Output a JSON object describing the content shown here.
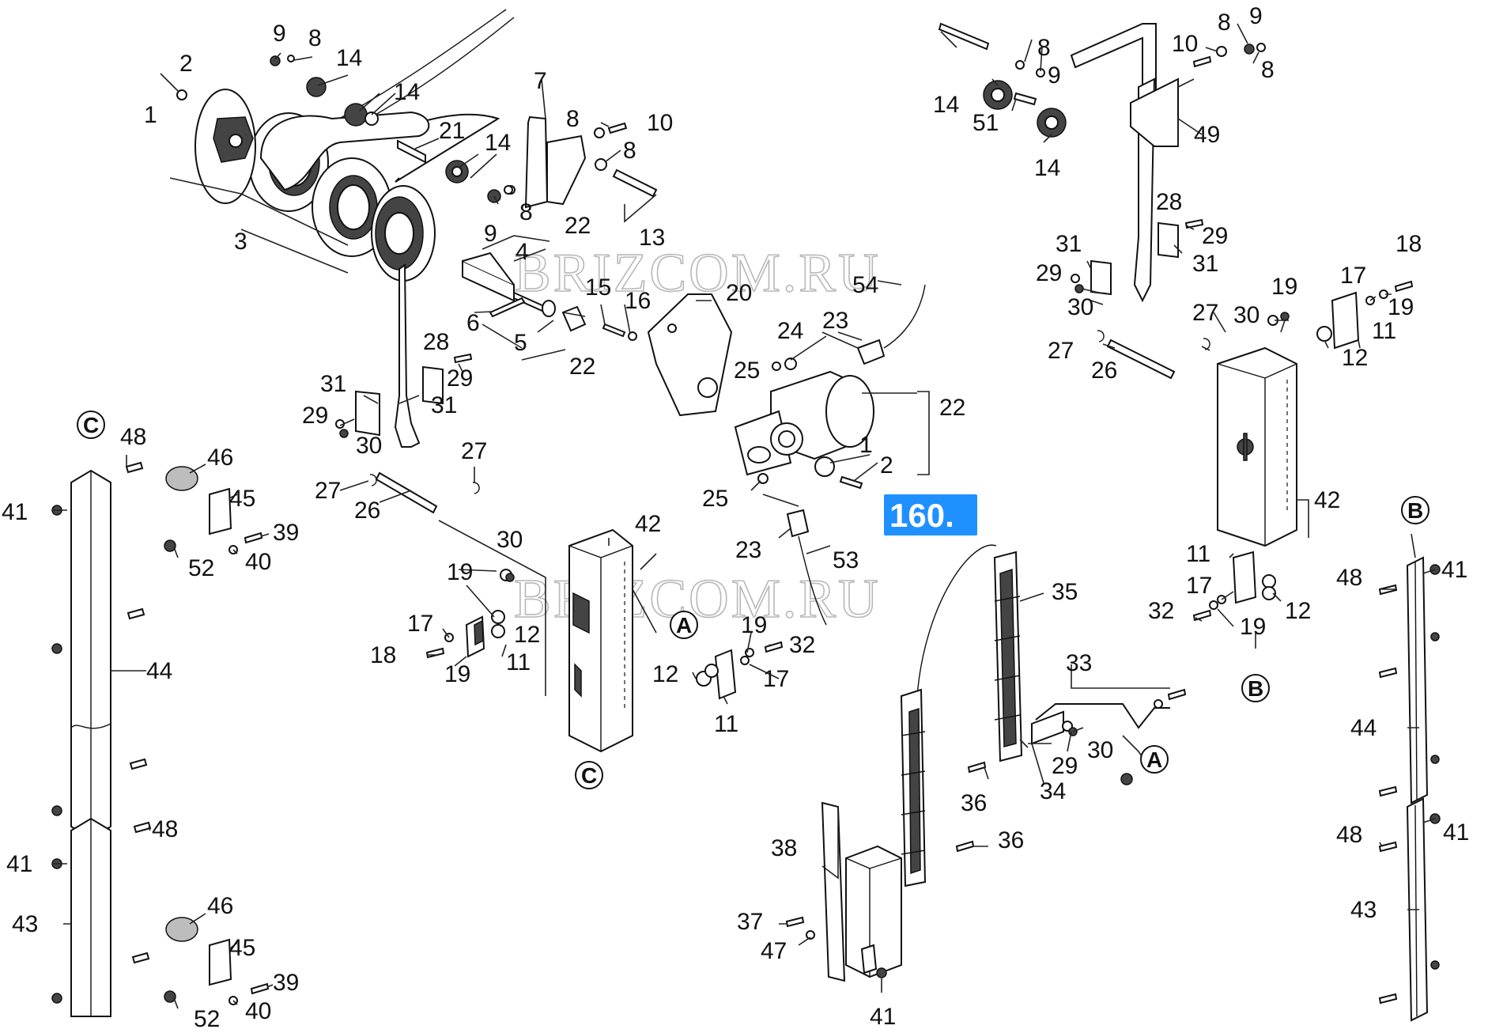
{
  "watermark": "BRIZCOM.RU",
  "reference": "160.",
  "view_markers": {
    "a": "A",
    "b": "B",
    "c": "C"
  },
  "labels": {
    "l1": "1",
    "l2": "2",
    "l3": "3",
    "l4": "4",
    "l5": "5",
    "l6": "6",
    "l7": "7",
    "l8": "8",
    "l9": "9",
    "l10": "10",
    "l11": "11",
    "l12": "12",
    "l13": "13",
    "l14": "14",
    "l15": "15",
    "l16": "16",
    "l17": "17",
    "l18": "18",
    "l19": "19",
    "l20": "20",
    "l21": "21",
    "l22": "22",
    "l23": "23",
    "l24": "24",
    "l25": "25",
    "l26": "26",
    "l27": "27",
    "l28": "28",
    "l29": "29",
    "l30": "30",
    "l31": "31",
    "l32": "32",
    "l33": "33",
    "l34": "34",
    "l35": "35",
    "l36": "36",
    "l37": "37",
    "l38": "38",
    "l39": "39",
    "l40": "40",
    "l41": "41",
    "l42": "42",
    "l43": "43",
    "l44": "44",
    "l45": "45",
    "l46": "46",
    "l47": "47",
    "l48": "48",
    "l49": "49",
    "l51": "51",
    "l52": "52",
    "l53": "53",
    "l54": "54"
  },
  "colors": {
    "reference_badge": "#1e90ff",
    "line_art": "#111111",
    "watermark": "#b8b8b8"
  }
}
